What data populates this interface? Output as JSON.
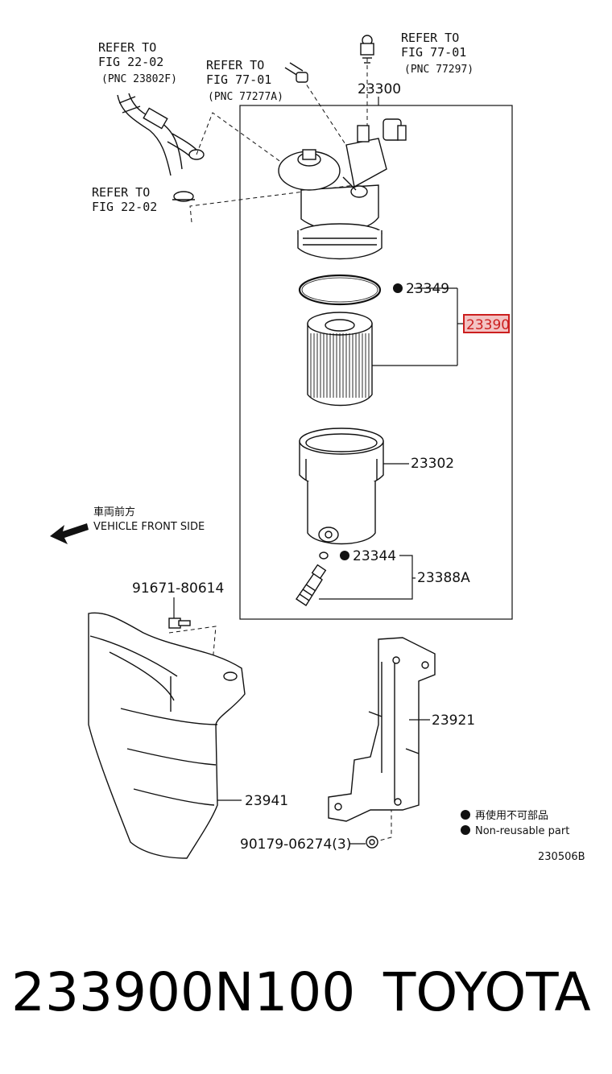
{
  "labels": {
    "ref_fig_22_02_top": [
      "REFER TO",
      "FIG 22-02",
      "(PNC 23802F)"
    ],
    "ref_fig_77_01_mid": [
      "REFER TO",
      "FIG 77-01",
      "(PNC 77277A)"
    ],
    "ref_fig_77_01_top": [
      "REFER TO",
      "FIG 77-01",
      "(PNC 77297)"
    ],
    "ref_fig_22_02_low": [
      "REFER TO",
      "FIG 22-02"
    ],
    "assembly": "23300",
    "o_ring": "23349",
    "element_kit": "23390",
    "case": "23302",
    "small_o_ring": "23344",
    "drain_plug_kit": "23388A",
    "bolt": "91671-80614",
    "heat_insulator": "23941",
    "bracket": "23921",
    "screw": "90179-06274(3)",
    "vehicle_front_jp": "車両前方",
    "vehicle_front_en": "VEHICLE FRONT SIDE",
    "legend_jp": "再使用不可部品",
    "legend_en": "Non-reusable part",
    "figure_code": "230506B"
  },
  "caption": {
    "part_number": "233900N100",
    "brand": "TOYOTA"
  },
  "colors": {
    "highlight": "#cc1f1f",
    "highlight_fill": "#f3c3c3",
    "line": "#111111"
  }
}
